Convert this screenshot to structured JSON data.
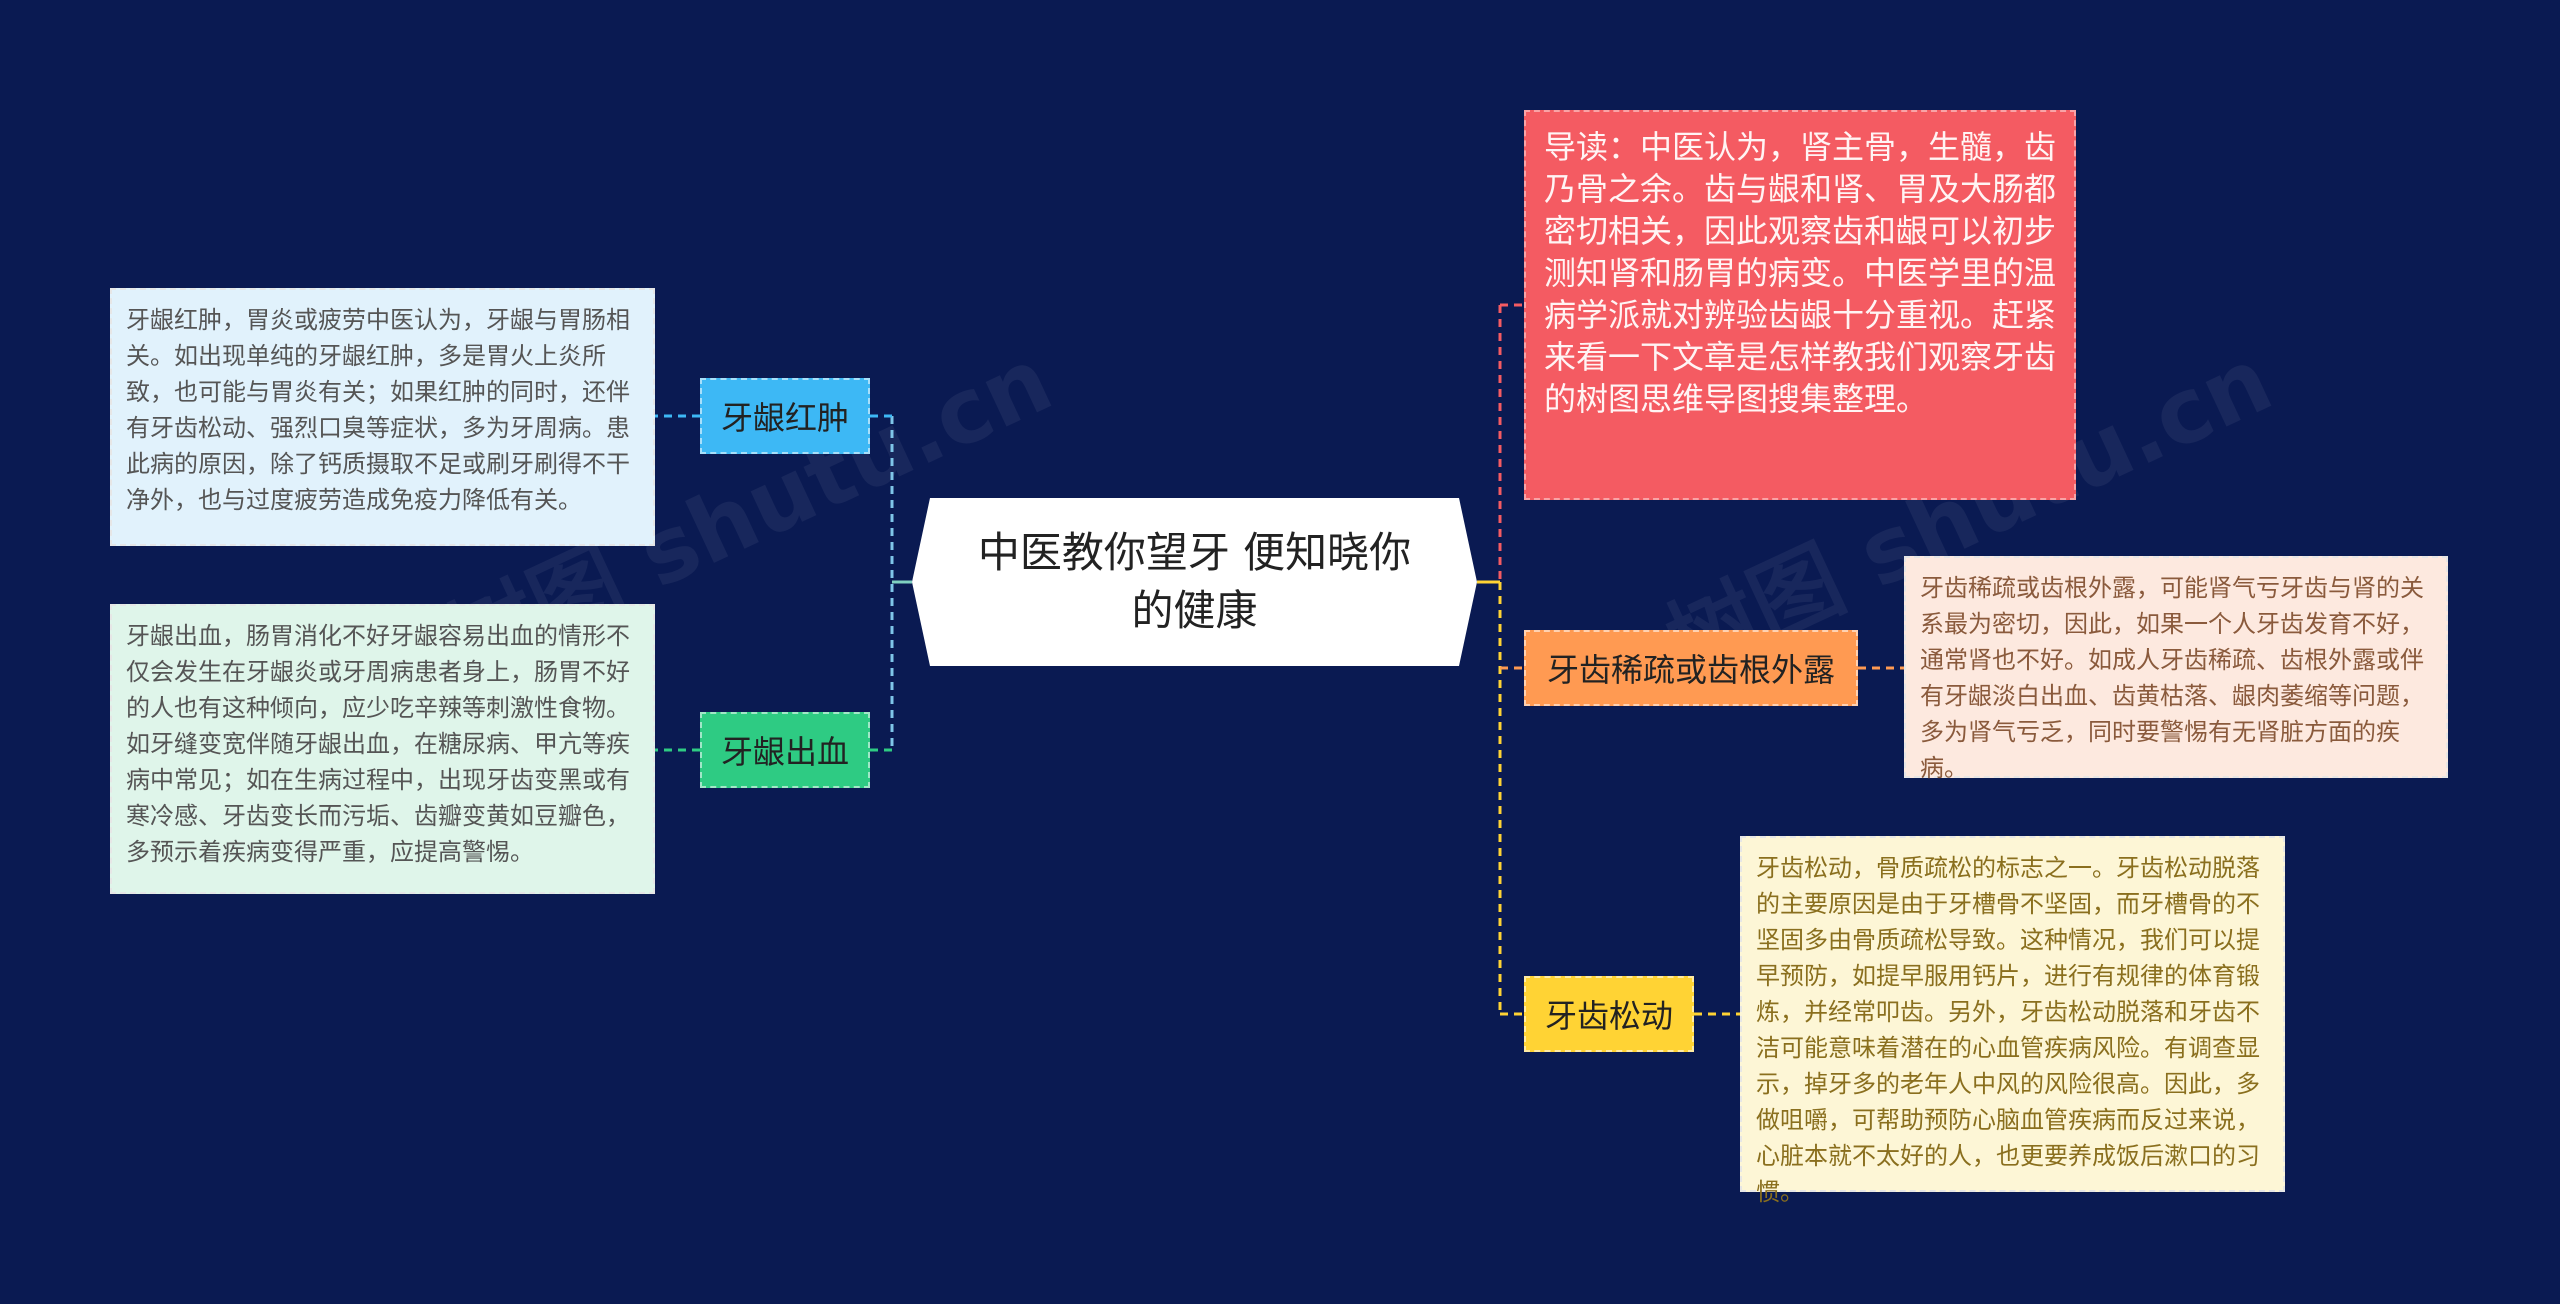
{
  "center": {
    "title": "中医教你望牙 便知晓你的健康"
  },
  "intro": {
    "text": "导读：中医认为，肾主骨，生髓，齿乃骨之余。齿与龈和肾、胃及大肠都密切相关，因此观察齿和龈可以初步测知肾和肠胃的病变。中医学里的温病学派就对辨验齿龈十分重视。赶紧来看一下文章是怎样教我们观察牙齿的树图思维导图搜集整理。",
    "color": "#f45b62"
  },
  "branches": [
    {
      "label": "牙龈红肿",
      "color": "#3db8f5",
      "detail": "牙龈红肿，胃炎或疲劳中医认为，牙龈与胃肠相关。如出现单纯的牙龈红肿，多是胃火上炎所致，也可能与胃炎有关；如果红肿的同时，还伴有牙齿松动、强烈口臭等症状，多为牙周病。患此病的原因，除了钙质摄取不足或刷牙刷得不干净外，也与过度疲劳造成免疫力降低有关。"
    },
    {
      "label": "牙龈出血",
      "color": "#2ecb83",
      "detail": "牙龈出血，肠胃消化不好牙龈容易出血的情形不仅会发生在牙龈炎或牙周病患者身上，肠胃不好的人也有这种倾向，应少吃辛辣等刺激性食物。如牙缝变宽伴随牙龈出血，在糖尿病、甲亢等疾病中常见；如在生病过程中，出现牙齿变黑或有寒冷感、牙齿变长而污垢、齿瓣变黄如豆瓣色，多预示着疾病变得严重，应提高警惕。"
    },
    {
      "label": "牙齿稀疏或齿根外露",
      "color": "#ff9a52",
      "detail": "牙齿稀疏或齿根外露，可能肾气亏牙齿与肾的关系最为密切，因此，如果一个人牙齿发育不好，通常肾也不好。如成人牙齿稀疏、齿根外露或伴有牙龈淡白出血、齿黄枯落、龈肉萎缩等问题，多为肾气亏乏，同时要警惕有无肾脏方面的疾病。"
    },
    {
      "label": "牙齿松动",
      "color": "#ffd334",
      "detail": "牙齿松动，骨质疏松的标志之一。牙齿松动脱落的主要原因是由于牙槽骨不坚固，而牙槽骨的不坚固多由骨质疏松导致。这种情况，我们可以提早预防，如提早服用钙片，进行有规律的体育锻炼，并经常叩齿。另外，牙齿松动脱落和牙齿不洁可能意味着潜在的心血管疾病风险。有调查显示，掉牙多的老年人中风的风险很高。因此，多做咀嚼，可帮助预防心脑血管疾病而反过来说，心脏本就不太好的人，也更要养成饭后漱口的习惯。"
    }
  ],
  "colors": {
    "background": "#0a1a52"
  }
}
